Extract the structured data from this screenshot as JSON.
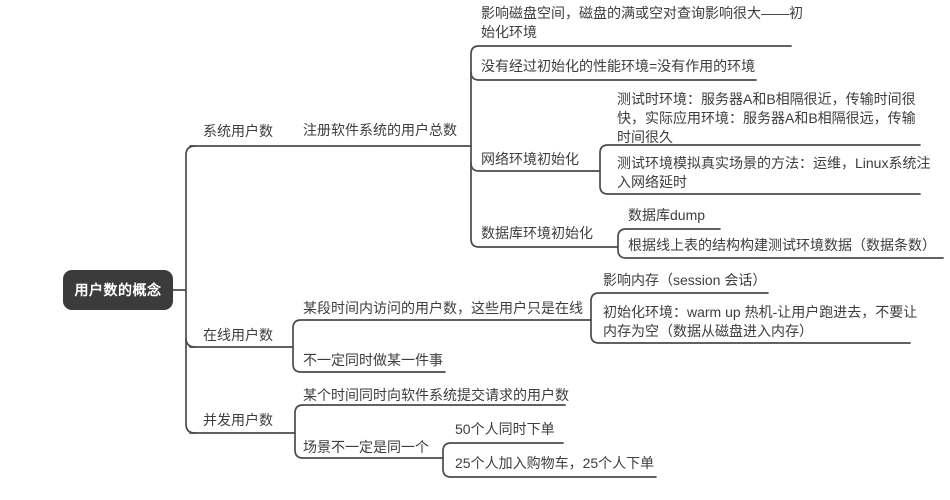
{
  "colors": {
    "background": "#ffffff",
    "line": "#4b4b4b",
    "text": "#3d3d3d",
    "root_bg": "#3b3b3b",
    "root_text": "#ffffff"
  },
  "root": {
    "label": "用户数的概念"
  },
  "branches": [
    {
      "label": "系统用户数",
      "children": [
        {
          "label": "注册软件系统的用户总数",
          "children": [
            {
              "label": "影响磁盘空间，磁盘的满或空对查询影响很大——初始化环境"
            },
            {
              "label": "没有经过初始化的性能环境=没有作用的环境"
            },
            {
              "label": "网络环境初始化",
              "children": [
                {
                  "label": "测试时环境：服务器A和B相隔很近，传输时间很快，实际应用环境：服务器A和B相隔很远，传输时间很久"
                },
                {
                  "label": "测试环境模拟真实场景的方法：运维，Linux系统注入网络延时"
                }
              ]
            },
            {
              "label": "数据库环境初始化",
              "children": [
                {
                  "label": "数据库dump"
                },
                {
                  "label": "根据线上表的结构构建测试环境数据（数据条数）"
                }
              ]
            }
          ]
        }
      ]
    },
    {
      "label": "在线用户数",
      "children": [
        {
          "label": "某段时间内访问的用户数，这些用户只是在线",
          "children": [
            {
              "label": "影响内存（session 会话）"
            },
            {
              "label": "初始化环境：warm up 热机-让用户跑进去，不要让内存为空（数据从磁盘进入内存）"
            }
          ]
        },
        {
          "label": "不一定同时做某一件事"
        }
      ]
    },
    {
      "label": "并发用户数",
      "children": [
        {
          "label": "某个时间同时向软件系统提交请求的用户数"
        },
        {
          "label": "场景不一定是同一个",
          "children": [
            {
              "label": "50个人同时下单"
            },
            {
              "label": "25个人加入购物车，25个人下单"
            }
          ]
        }
      ]
    }
  ]
}
